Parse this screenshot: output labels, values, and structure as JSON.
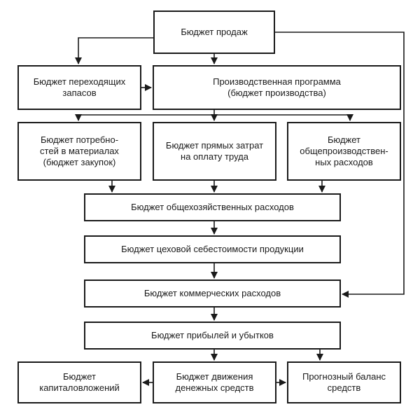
{
  "boxes": {
    "sales": "Бюджет продаж",
    "stock": "Бюджет переходящих\nзапасов",
    "production": "Производственная программа\n(бюджет производства)",
    "materials": "Бюджет потребно-\nстей в материалах\n(бюджет закупок)",
    "labor": "Бюджет прямых затрат\nна оплату труда",
    "overhead": "Бюджет\nобщепроизводствен-\nных расходов",
    "admin": "Бюджет общехозяйственных расходов",
    "cost": "Бюджет цеховой себестоимости продукции",
    "commercial": "Бюджет коммерческих расходов",
    "profit_loss": "Бюджет прибылей и убытков",
    "capex": "Бюджет\nкапиталовложений",
    "cash_flow": "Бюджет движения\nденежных средств",
    "balance": "Прогнозный баланс\nсредств"
  },
  "colors": {
    "line": "#1a1a1a",
    "background": "#ffffff"
  }
}
